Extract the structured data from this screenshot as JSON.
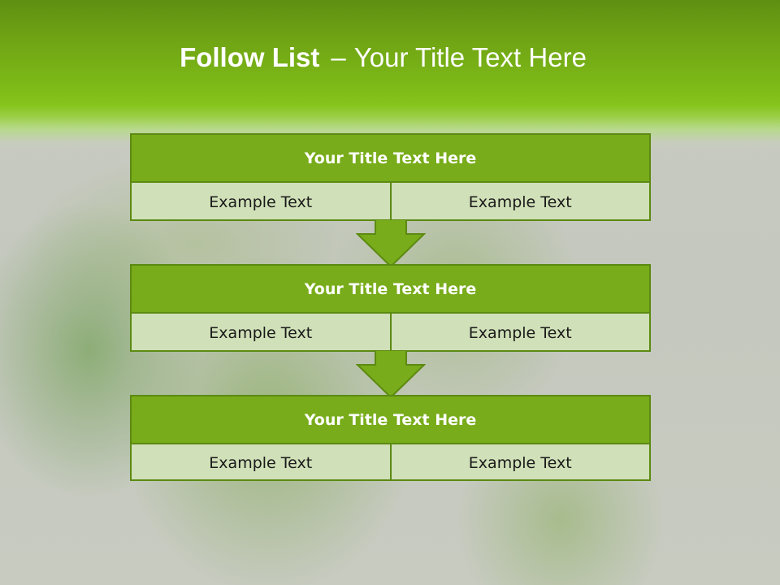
{
  "slide": {
    "title_bold": "Follow List",
    "title_dash": "–",
    "title_rest": "Your Title Text Here"
  },
  "blocks": [
    {
      "title": "Your Title Text Here",
      "left": "Example Text",
      "right": "Example Text"
    },
    {
      "title": "Your Title Text Here",
      "left": "Example Text",
      "right": "Example Text"
    },
    {
      "title": "Your Title Text Here",
      "left": "Example Text",
      "right": "Example Text"
    }
  ],
  "colors": {
    "header_green": "#7cb817",
    "block_title_green": "#78ac1a",
    "cell_fill": "#d0e0b8",
    "border": "#5c8a12"
  },
  "icons": [
    "down-arrow-icon"
  ]
}
